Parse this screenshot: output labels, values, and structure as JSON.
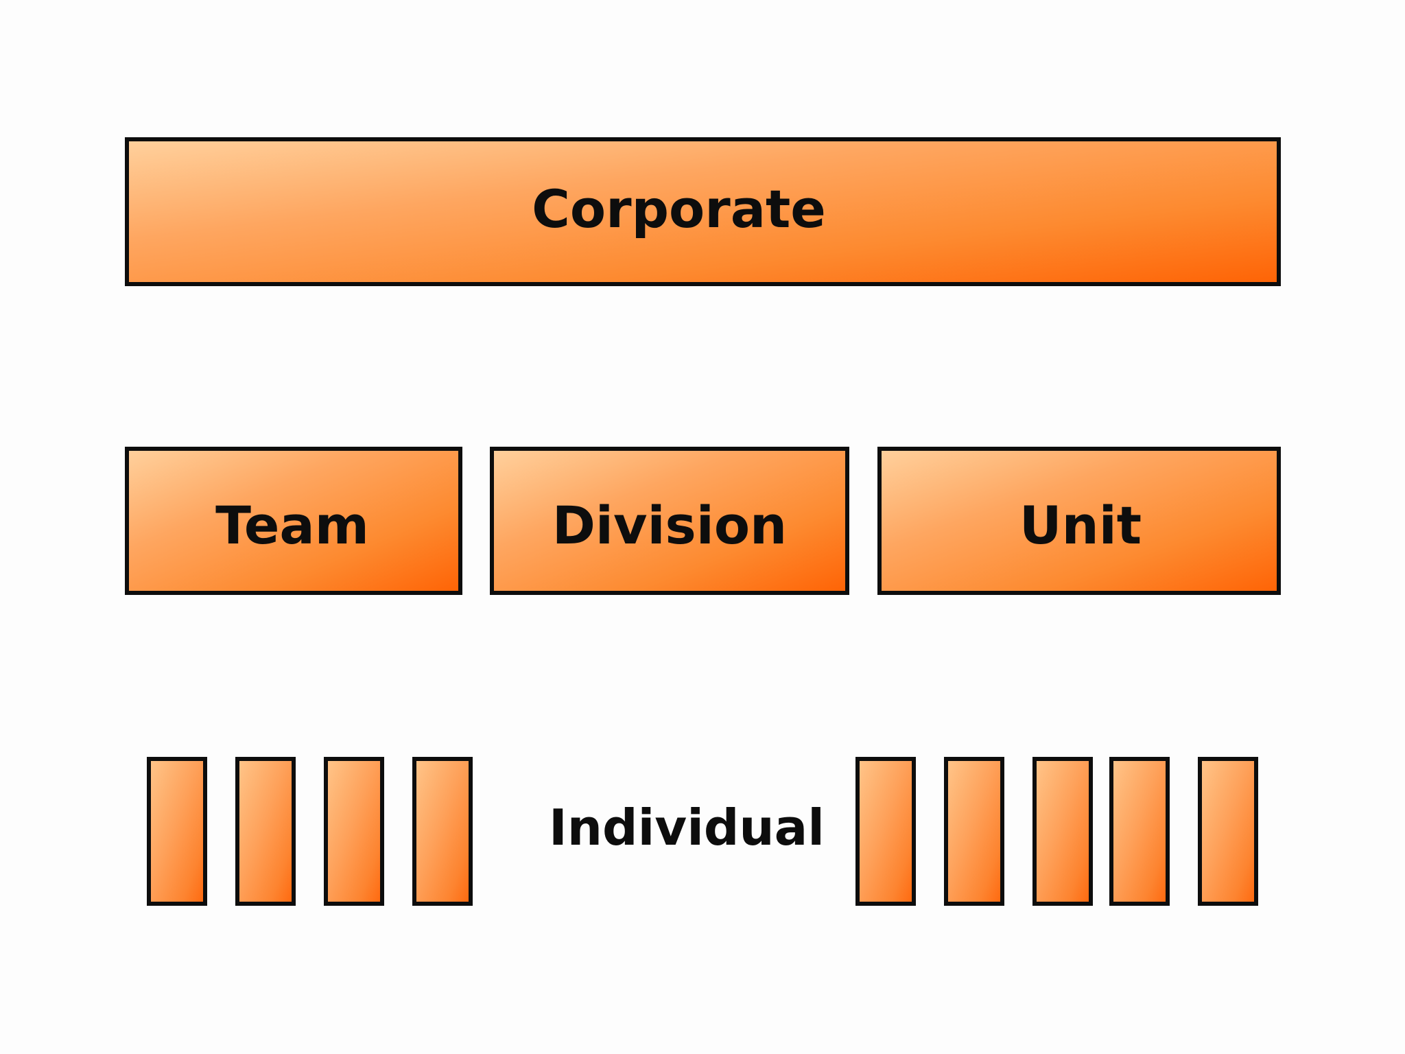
{
  "diagram": {
    "corporate": "Corporate",
    "middle": [
      "Team",
      "Division",
      "Unit"
    ],
    "individual": "Individual"
  },
  "colors": {
    "box_light": "#ffd09c",
    "box_dark": "#fe6406",
    "border": "#0d0d0d",
    "background": "#fdfdfd"
  }
}
